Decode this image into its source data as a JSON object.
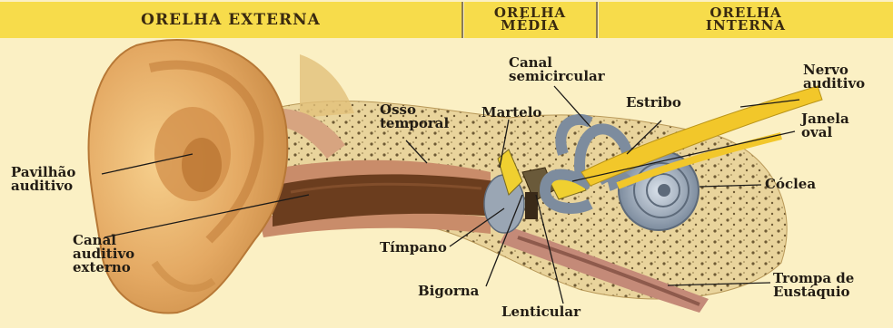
{
  "headers": {
    "external": "ORELHA EXTERNA",
    "middle": [
      "ORELHA",
      "MÉDIA"
    ],
    "internal": [
      "ORELHA",
      "INTERNA"
    ]
  },
  "labels": {
    "pavilhao": [
      "Pavilhão",
      "auditivo"
    ],
    "canal_externo": [
      "Canal",
      "auditivo",
      "externo"
    ],
    "osso": [
      "Osso",
      "temporal"
    ],
    "martelo": "Martelo",
    "canal_semicircular": [
      "Canal",
      "semicircular"
    ],
    "estribo": "Estribo",
    "nervo": [
      "Nervo",
      "auditivo"
    ],
    "janela": [
      "Janela",
      "oval"
    ],
    "coclea": "Cóclea",
    "timpano": "Tímpano",
    "bigorna": "Bigorna",
    "lenticular": "Lenticular",
    "trompa": [
      "Trompa de",
      "Eustáquio"
    ]
  },
  "colors": {
    "header": "#f7dc4b",
    "background": "#fbf0c4",
    "skin": "#e6b26c",
    "bone": "#e8d29a",
    "canal": "#6b3d1e",
    "structures": "#8a98a8",
    "nerve": "#f2c72a"
  }
}
